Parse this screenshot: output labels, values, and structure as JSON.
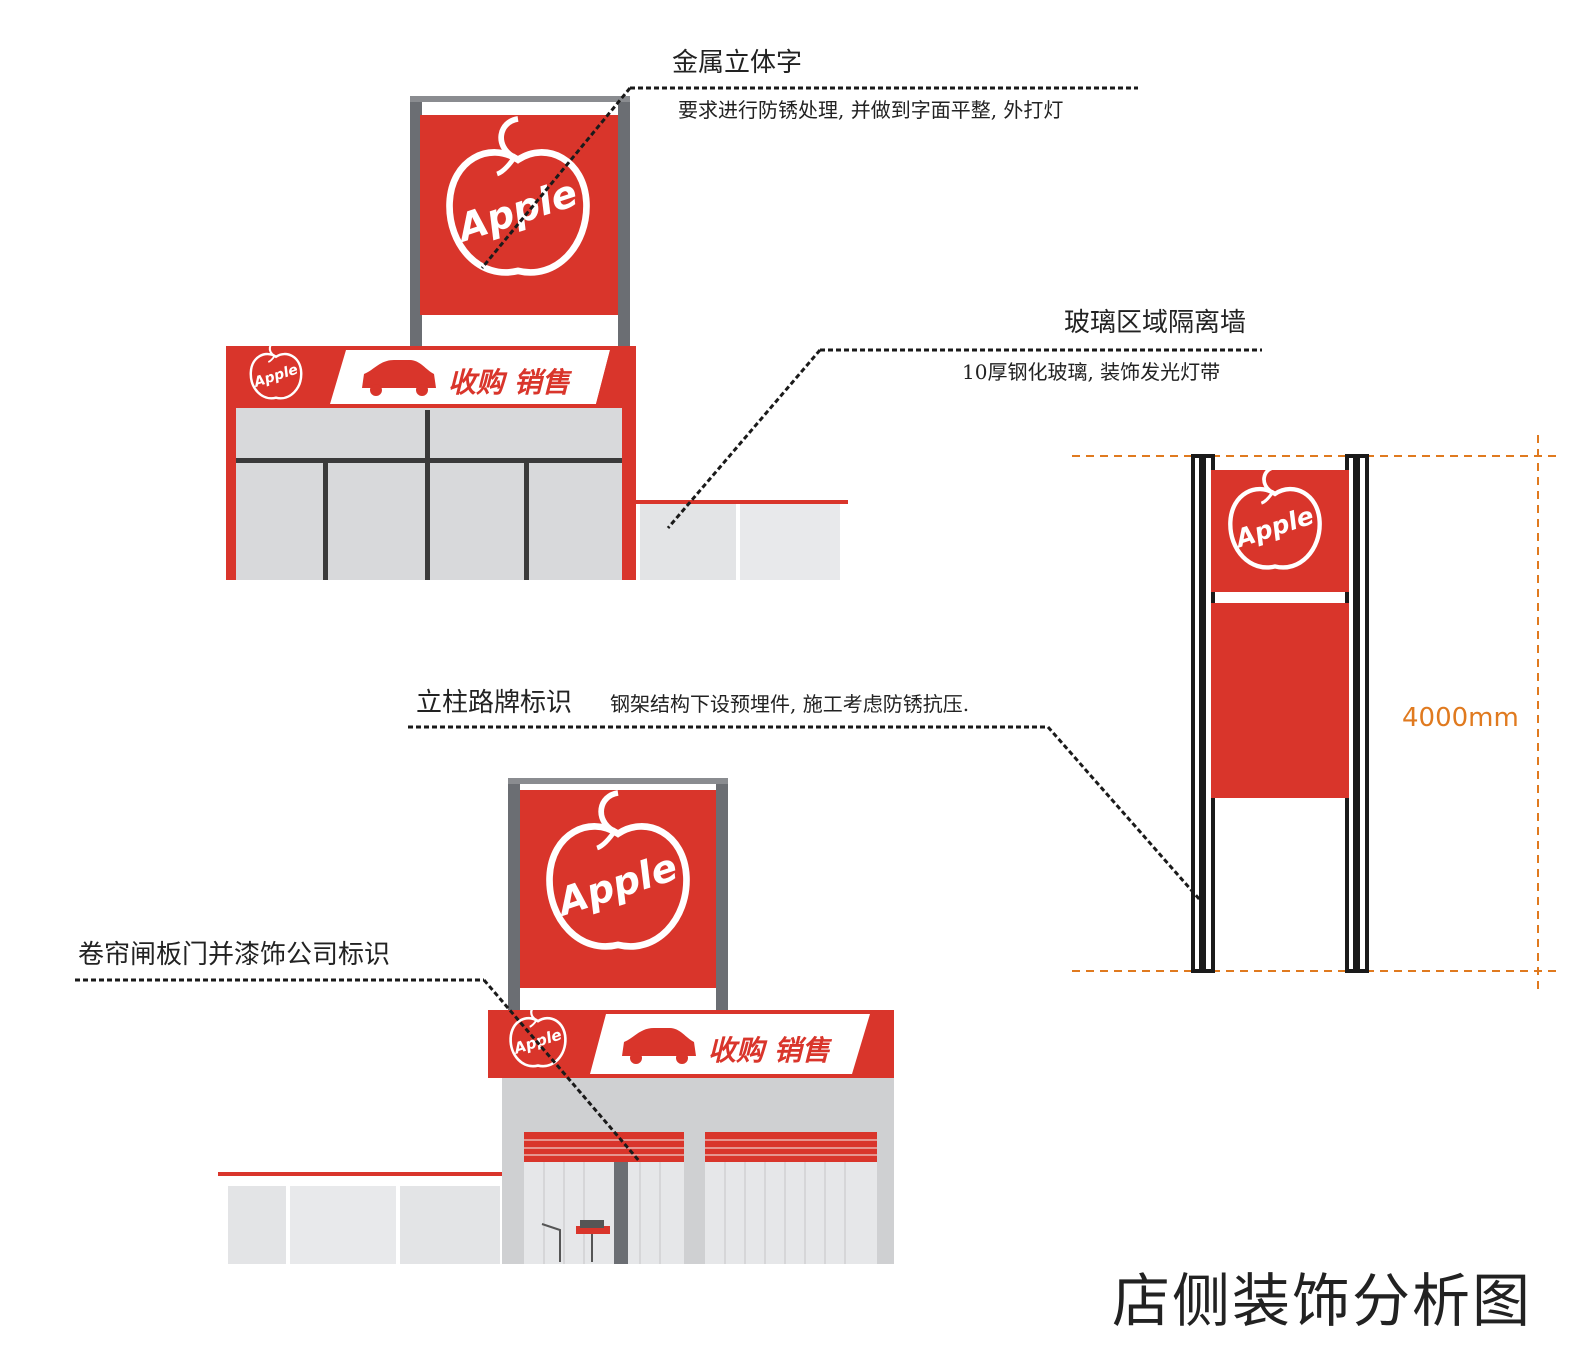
{
  "title": "店侧装饰分析图",
  "brand": {
    "logo_text": "Apple",
    "band_text": "收购 销售",
    "colors": {
      "red": "#d9352b",
      "frame": "#6b6e73",
      "glass": "#d8d9db",
      "dim": "#e07a1f"
    }
  },
  "annotations": {
    "metal_letters": {
      "title": "金属立体字",
      "note": "要求进行防锈处理, 并做到字面平整, 外打灯"
    },
    "glass_wall": {
      "title": "玻璃区域隔离墙",
      "note": "10厚钢化玻璃, 装饰发光灯带"
    },
    "pillar_sign": {
      "title": "立柱路牌标识",
      "note": "钢架结构下设预埋件, 施工考虑防锈抗压."
    },
    "shutter_door": {
      "title": "卷帘闸板门并漆饰公司标识"
    }
  },
  "dimension": {
    "height_label": "4000mm"
  }
}
